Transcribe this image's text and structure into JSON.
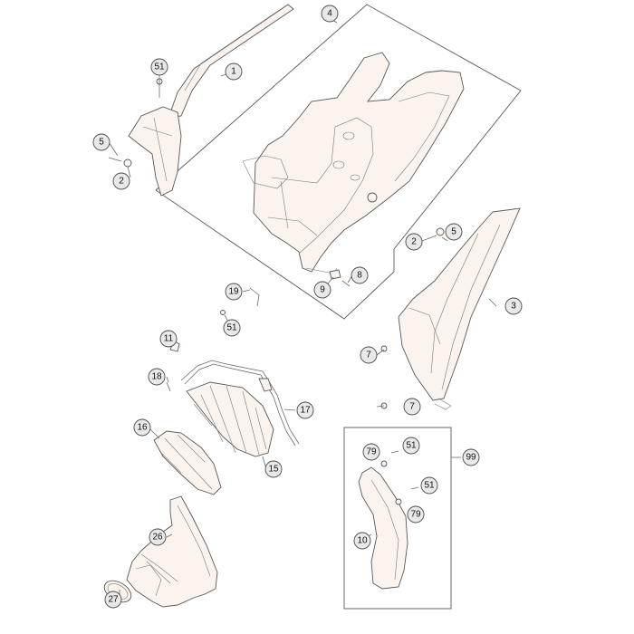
{
  "callouts": {
    "c1": "1",
    "c2a": "2",
    "c2b": "2",
    "c3": "3",
    "c4": "4",
    "c5a": "5",
    "c5b": "5",
    "c7a": "7",
    "c7b": "7",
    "c8": "8",
    "c9": "9",
    "c10": "10",
    "c11": "11",
    "c15": "15",
    "c16": "16",
    "c17": "17",
    "c18": "18",
    "c19": "19",
    "c26": "26",
    "c27": "27",
    "c51a": "51",
    "c51b": "51",
    "c51c": "51",
    "c51d": "51",
    "c79a": "79",
    "c79b": "79",
    "c99": "99"
  }
}
